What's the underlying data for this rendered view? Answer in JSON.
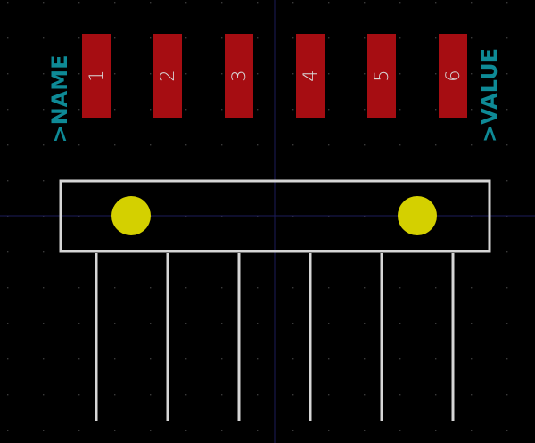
{
  "colors": {
    "background": "#000000",
    "grid_dot": "#3a3a3a",
    "crosshair": "#1c1c5a",
    "pad_fill": "#a60d12",
    "pad_label": "#d8d8d8",
    "outline": "#d6d6d6",
    "hole": "#d4d000",
    "reference_text": "#0e8a96"
  },
  "footprint": {
    "name_text": ">NAME",
    "value_text": ">VALUE",
    "pins": [
      {
        "number": "1"
      },
      {
        "number": "2"
      },
      {
        "number": "3"
      },
      {
        "number": "4"
      },
      {
        "number": "5"
      },
      {
        "number": "6"
      }
    ],
    "mounting_holes": [
      {
        "id": "left"
      },
      {
        "id": "right"
      }
    ]
  }
}
